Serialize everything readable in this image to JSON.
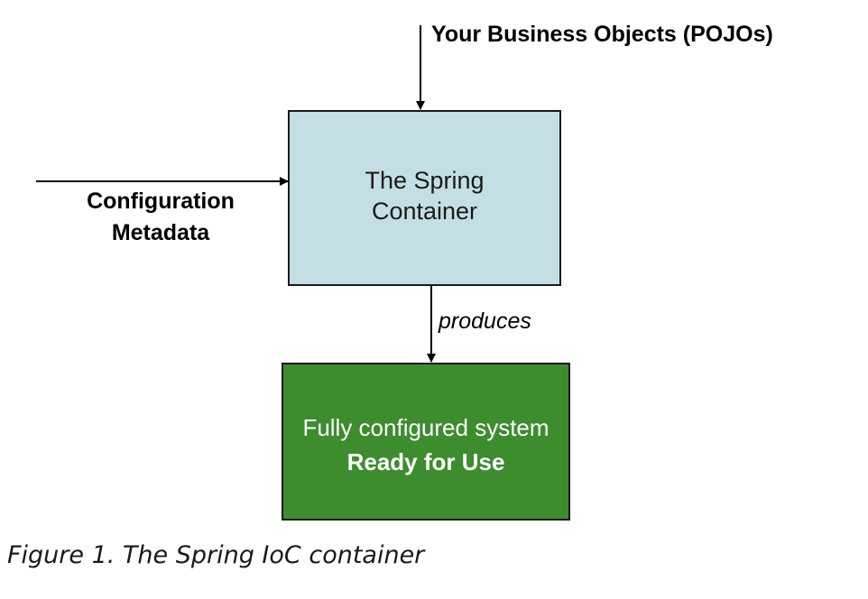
{
  "diagram": {
    "nodes": {
      "spring_container": {
        "line1": "The Spring",
        "line2": "Container",
        "fill": "#c3dfe3"
      },
      "output_system": {
        "line1": "Fully configured system",
        "line2": "Ready for Use",
        "fill": "#3d8c2e"
      }
    },
    "inputs": {
      "business_objects": "Your Business Objects (POJOs)",
      "configuration_line1": "Configuration",
      "configuration_line2": "Metadata"
    },
    "edges": {
      "produces": "produces"
    },
    "caption": "Figure 1. The Spring IoC container"
  }
}
